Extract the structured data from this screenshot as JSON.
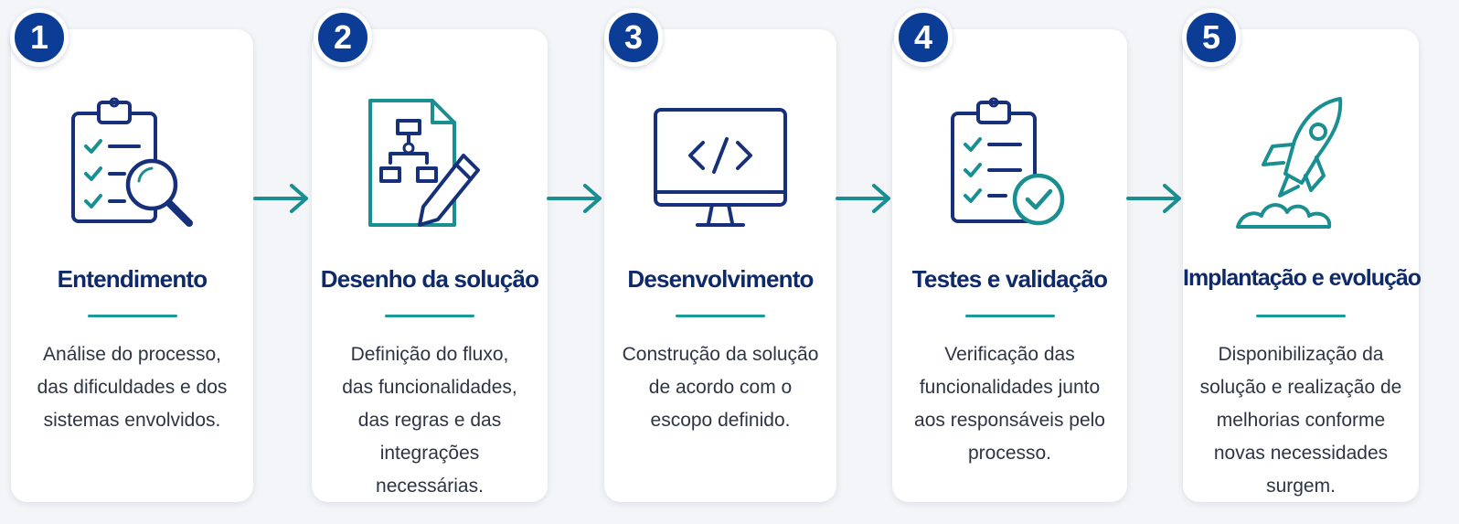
{
  "colors": {
    "badge": "#0c3d96",
    "title": "#0e2a6b",
    "accent": "#1c9a97",
    "icon_navy": "#16307a",
    "icon_teal": "#1a8f92"
  },
  "steps": [
    {
      "number": "1",
      "title": "Entendimento",
      "icon": "clipboard-search-icon",
      "lines": [
        "Análise do processo,",
        "das dificuldades e dos",
        "sistemas envolvidos."
      ]
    },
    {
      "number": "2",
      "title": "Desenho da solução",
      "icon": "flowchart-document-pencil-icon",
      "lines": [
        "Definição do fluxo,",
        "das funcionalidades,",
        "das regras e das",
        "integrações",
        "necessárias."
      ]
    },
    {
      "number": "3",
      "title": "Desenvolvimento",
      "icon": "monitor-code-icon",
      "lines": [
        "Construção da solução",
        "de acordo com o",
        "escopo definido."
      ]
    },
    {
      "number": "4",
      "title": "Testes e validação",
      "icon": "clipboard-check-icon",
      "lines": [
        "Verificação das",
        "funcionalidades junto",
        "aos responsáveis pelo",
        "processo."
      ]
    },
    {
      "number": "5",
      "title": "Implantação e evolução",
      "icon": "rocket-icon",
      "lines": [
        "Disponibilização da",
        "solução e realização de",
        "melhorias conforme",
        "novas necessidades",
        "surgem."
      ]
    }
  ]
}
